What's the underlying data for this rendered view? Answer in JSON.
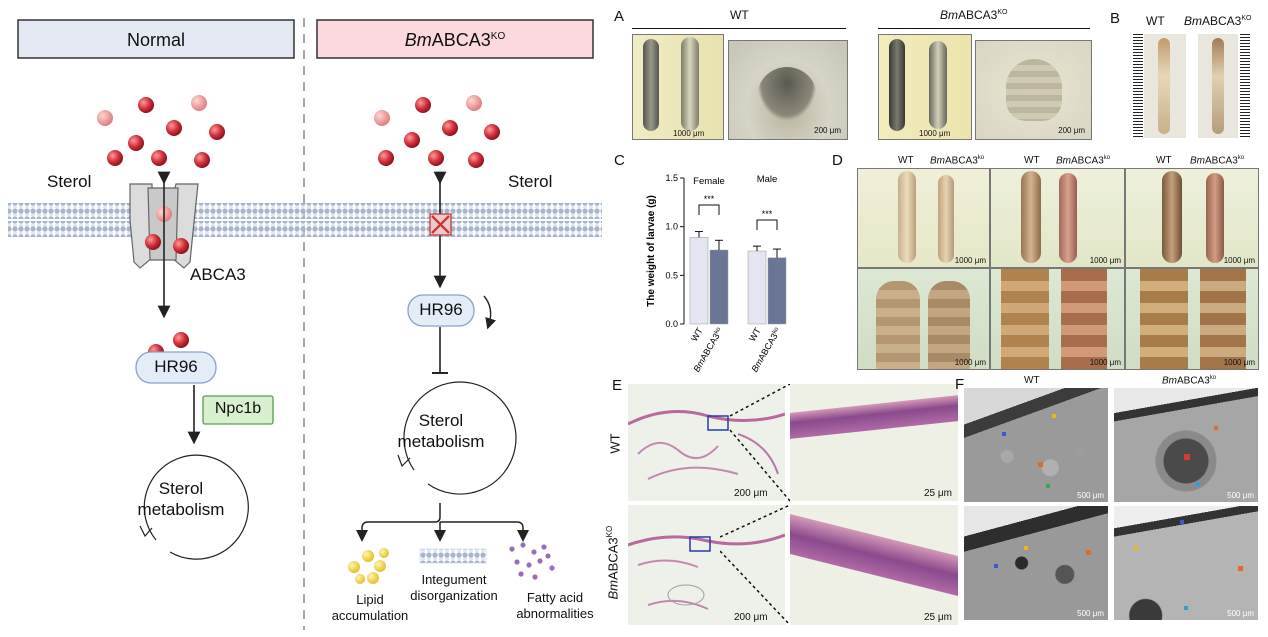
{
  "left": {
    "normal_title": "Normal",
    "ko_title_italic": "Bm",
    "ko_title_main": "ABCA3",
    "ko_title_sup": "KO",
    "sterol_left": "Sterol",
    "sterol_right": "Sterol",
    "abca3": "ABCA3",
    "hr96_left": "HR96",
    "hr96_right": "HR96",
    "npc1b": "Npc1b",
    "metab_left_1": "Sterol",
    "metab_left_2": "metabolism",
    "metab_right_1": "Sterol",
    "metab_right_2": "metabolism",
    "out_lipid_1": "Lipid",
    "out_lipid_2": "accumulation",
    "out_integ_1": "Integument",
    "out_integ_2": "disorganization",
    "out_fatty_1": "Fatty acid",
    "out_fatty_2": "abnormalities",
    "colors": {
      "normal_bg": "#e3e8f2",
      "ko_bg": "#fbd9de",
      "sterol": "#c9303c",
      "hr96_fill": "#e4ecf8",
      "npc1b_fill": "#d9f0d0"
    }
  },
  "panelA": {
    "letter": "A",
    "wt": "WT",
    "ko_italic": "Bm",
    "ko_main": "ABCA3",
    "ko_sup": "KO",
    "sb1": "1000 μm",
    "sb2": "200 μm",
    "sb3": "1000 μm",
    "sb4": "200 μm"
  },
  "panelB": {
    "letter": "B",
    "wt": "WT",
    "ko_italic": "Bm",
    "ko_main": "ABCA3",
    "ko_sup": "KO"
  },
  "panelC": {
    "letter": "C",
    "sig1": "***",
    "sig2": "***"
  },
  "panelD": {
    "letter": "D",
    "wt": "WT",
    "ko_italic": "Bm",
    "ko_main": "ABCA3",
    "ko_sup": "ko",
    "sb": "1000 μm"
  },
  "panelE": {
    "letter": "E",
    "wt": "WT",
    "ko_italic": "Bm",
    "ko_main": "ABCA3",
    "ko_sup": "KO",
    "sb_big": "200 μm",
    "sb_small": "25 μm"
  },
  "panelF": {
    "letter": "F",
    "wt": "WT",
    "ko_italic": "Bm",
    "ko_main": "ABCA3",
    "ko_sup": "ko",
    "sb": "500 μm"
  },
  "chart_data": {
    "type": "bar",
    "categories": [
      "Female",
      "Male"
    ],
    "group_labels": [
      "Female",
      "Male"
    ],
    "series": [
      {
        "name": "WT",
        "values": [
          0.89,
          0.75
        ],
        "errors": [
          0.06,
          0.05
        ],
        "color": "#e3e5f0"
      },
      {
        "name": "BmABCA3ko",
        "values": [
          0.76,
          0.68
        ],
        "errors": [
          0.1,
          0.09
        ],
        "color": "#6b7596"
      }
    ],
    "tick_labels": [
      "WT",
      "BmABCA3ko",
      "WT",
      "BmABCA3ko"
    ],
    "ylabel": "The weight of larvae (g)",
    "ylim": [
      0,
      1.5
    ],
    "yticks": [
      "0.0",
      "0.5",
      "1.0",
      "1.5"
    ]
  }
}
